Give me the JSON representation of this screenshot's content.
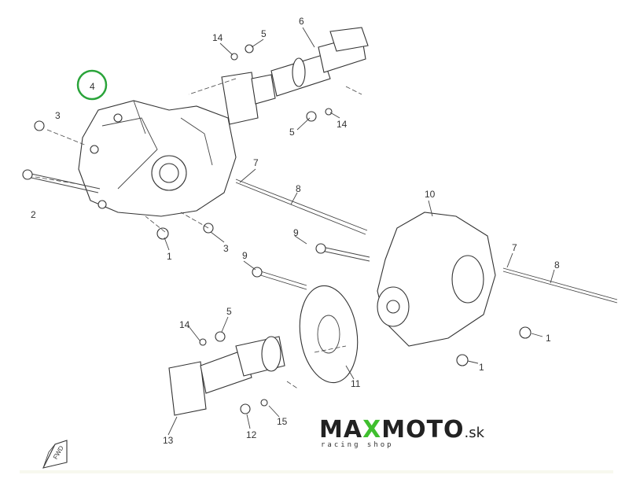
{
  "diagram": {
    "callouts": [
      "14",
      "5",
      "6",
      "4",
      "3",
      "5",
      "14",
      "7",
      "8",
      "2",
      "1",
      "3",
      "9",
      "10",
      "7",
      "8",
      "9",
      "5",
      "14",
      "1",
      "1",
      "11",
      "15",
      "12",
      "13"
    ],
    "highlighted_callout": "4",
    "highlight_color": "#2aa43a",
    "direction_marker": "FWD"
  },
  "logo": {
    "brand_pre": "MA",
    "brand_x": "X",
    "brand_post": "MOTO",
    "domain": ".sk",
    "tagline": "racing shop",
    "accent_color": "#3fbf2e"
  }
}
